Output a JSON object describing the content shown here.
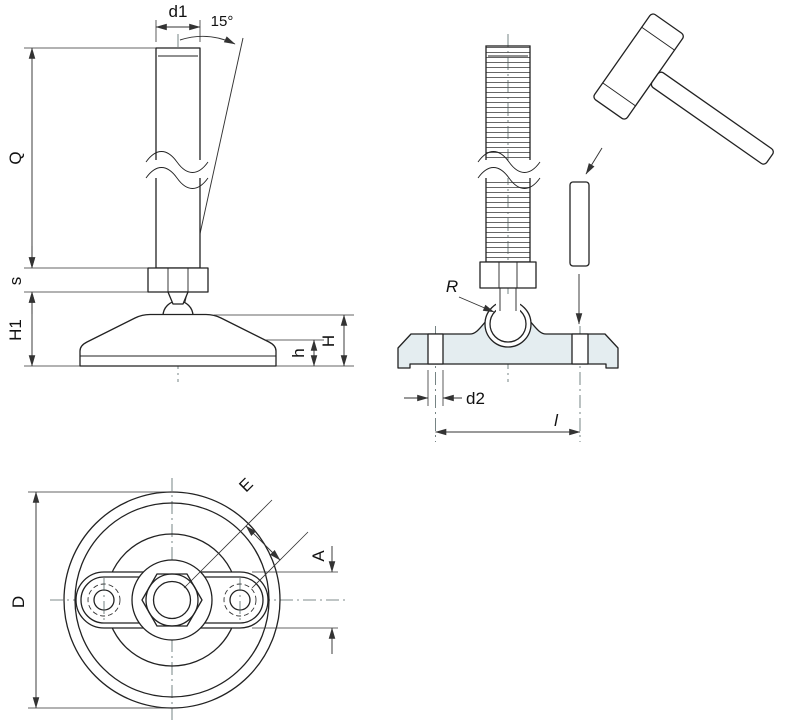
{
  "drawing": {
    "labels": {
      "d1": "d1",
      "angle15": "15°",
      "Q": "Q",
      "s": "s",
      "H1": "H1",
      "h": "h",
      "H": "H",
      "R": "R",
      "d2": "d2",
      "l": "l",
      "E": "E",
      "A": "A",
      "D": "D"
    },
    "colors": {
      "line": "#222222",
      "dimension": "#333333",
      "centerline": "#556666",
      "section_fill": "#e4edf0",
      "background": "#ffffff"
    }
  }
}
